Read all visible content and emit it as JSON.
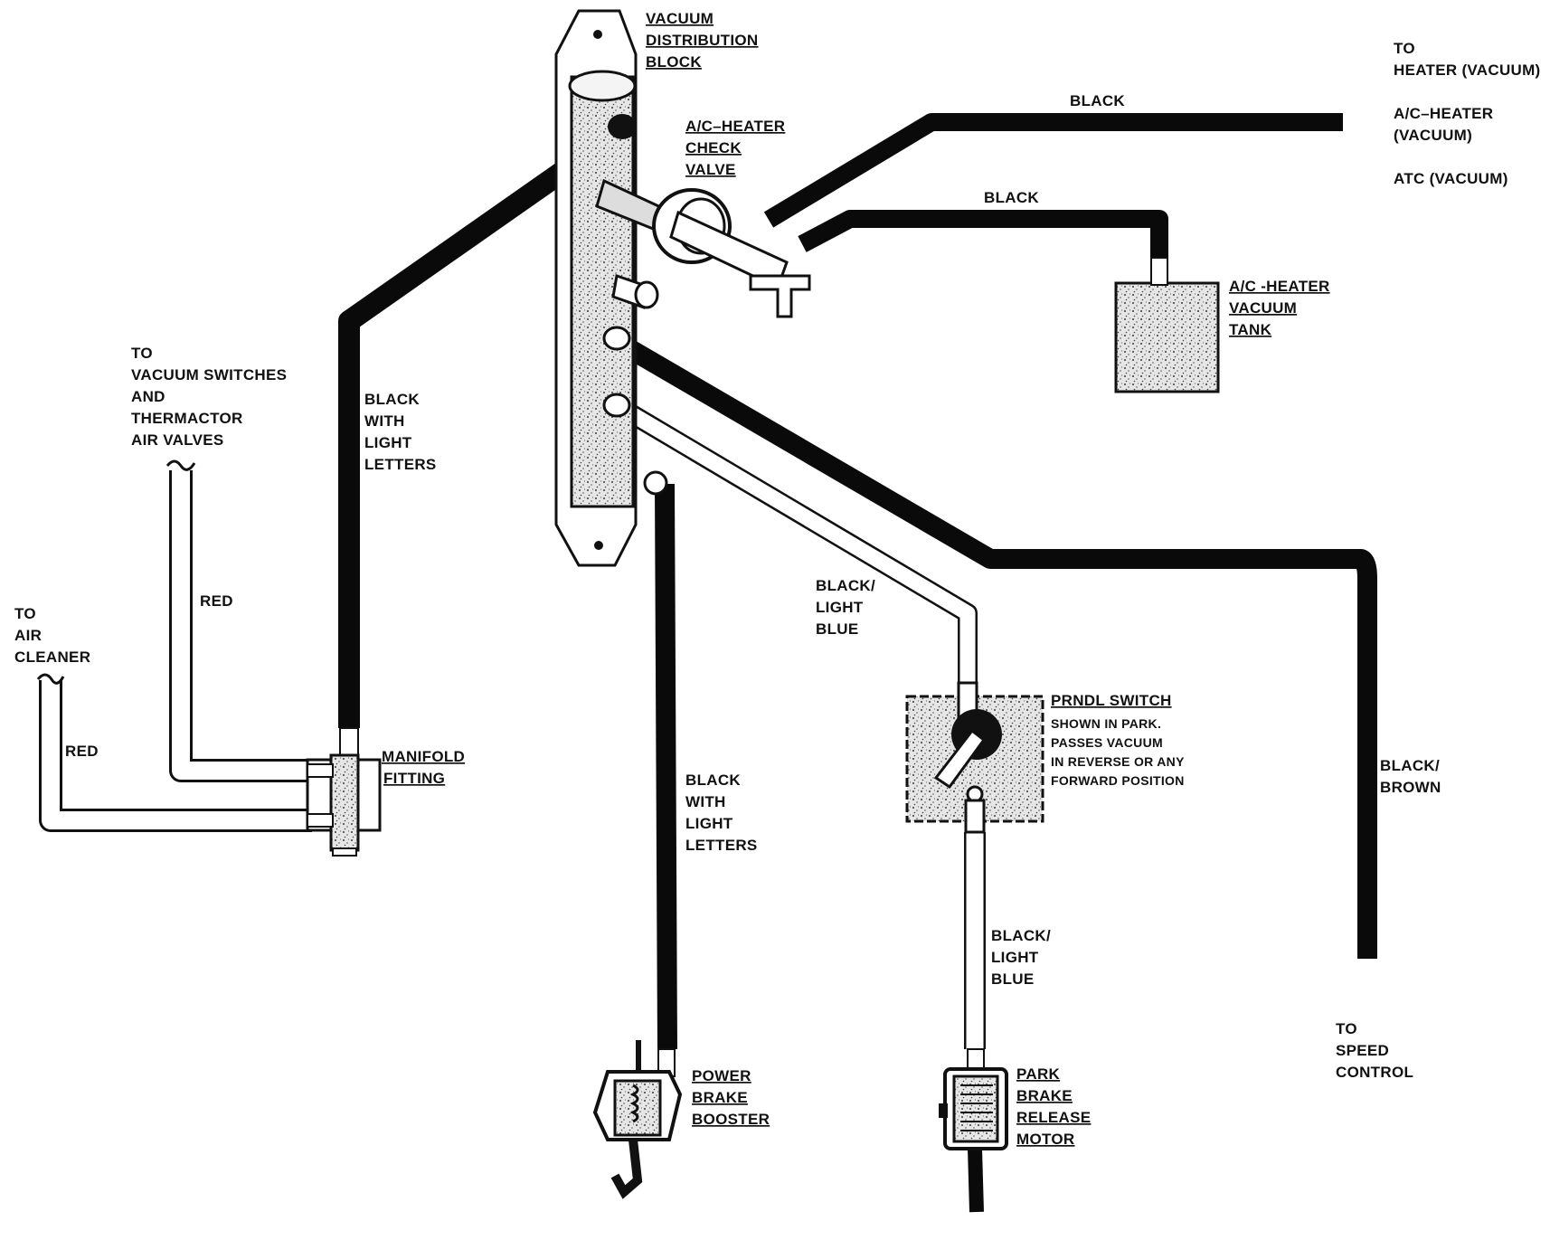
{
  "colors": {
    "ink": "#0a0a0a",
    "paper": "#ffffff",
    "fill": "#d8d8d8"
  },
  "components": {
    "distribution_block": [
      "VACUUM",
      "DISTRIBUTION",
      "BLOCK"
    ],
    "check_valve": [
      "A/C–HEATER",
      "CHECK",
      "VALVE"
    ],
    "vacuum_tank": [
      "A/C -HEATER",
      "VACUUM",
      "TANK"
    ],
    "manifold_fitting": [
      "MANIFOLD",
      "FITTING"
    ],
    "prndl_switch": {
      "title": "PRNDL SWITCH",
      "notes": [
        "SHOWN IN PARK.",
        "PASSES VACUUM",
        "IN REVERSE OR ANY",
        "FORWARD POSITION"
      ]
    },
    "power_brake_booster": [
      "POWER",
      "BRAKE",
      "BOOSTER"
    ],
    "park_brake_release_motor": [
      "PARK",
      "BRAKE",
      "RELEASE",
      "MOTOR"
    ]
  },
  "destinations": {
    "heater": [
      "TO",
      "HEATER (VACUUM)",
      "A/C–HEATER",
      "(VACUUM)",
      "ATC (VACUUM)"
    ],
    "vacuum_switches": [
      "TO",
      "VACUUM SWITCHES",
      "AND",
      "THERMACTOR",
      "AIR VALVES"
    ],
    "air_cleaner": [
      "TO",
      "AIR",
      "CLEANER"
    ],
    "speed_control": [
      "TO",
      "SPEED",
      "CONTROL"
    ]
  },
  "hose_labels": {
    "black_top": "BLACK",
    "black_tank": "BLACK",
    "manifold_hose": [
      "BLACK",
      "WITH",
      "LIGHT",
      "LETTERS"
    ],
    "red_switches": "RED",
    "red_air_cleaner": "RED",
    "booster_hose": [
      "BLACK",
      "WITH",
      "LIGHT",
      "LETTERS"
    ],
    "prndl_in": [
      "BLACK/",
      "LIGHT",
      "BLUE"
    ],
    "prndl_out": [
      "BLACK/",
      "LIGHT",
      "BLUE"
    ],
    "speed_control_hose": [
      "BLACK/",
      "BROWN"
    ]
  }
}
